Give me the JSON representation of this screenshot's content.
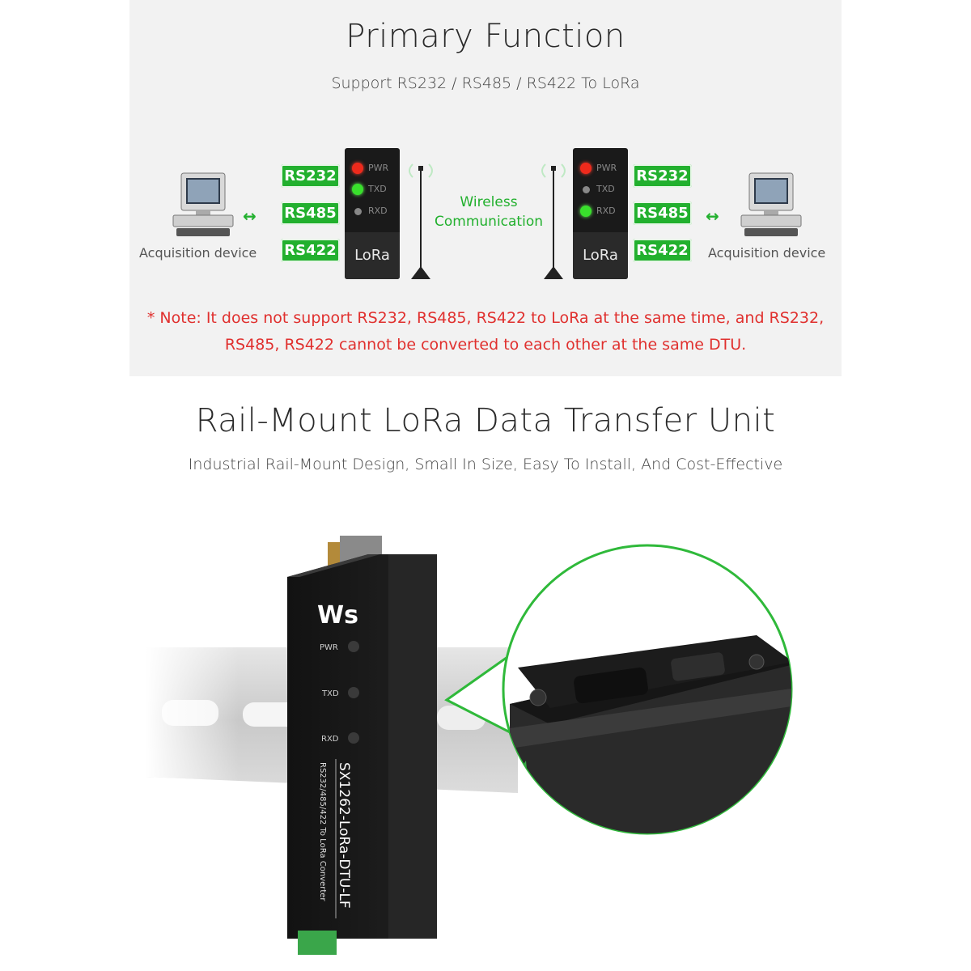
{
  "section1": {
    "title": "Primary Function",
    "subtitle": "Support RS232 / RS485 / RS422 To LoRa",
    "left_device_label": "Acquisition device",
    "right_device_label": "Acquisition device",
    "left_tags": [
      "RS232",
      "RS485",
      "RS422"
    ],
    "right_tags": [
      "RS232",
      "RS485",
      "RS422"
    ],
    "left_dtu": {
      "name": "LoRa",
      "leds": [
        "PWR",
        "TXD",
        "RXD"
      ]
    },
    "right_dtu": {
      "name": "LoRa",
      "leds": [
        "PWR",
        "TXD",
        "RXD"
      ]
    },
    "wireless_line1": "Wireless",
    "wireless_line2": "Communication",
    "note_line1": "* Note: It does not support RS232, RS485, RS422 to LoRa at the same time, and RS232,",
    "note_line2": "RS485, RS422 cannot be converted to each other at the same DTU."
  },
  "section2": {
    "title": "Rail-Mount LoRa Data Transfer Unit",
    "subtitle": "Industrial Rail-Mount Design, Small In Size, Easy To Install, And Cost-Effective",
    "device_leds": [
      "PWR",
      "TXD",
      "RXD"
    ],
    "device_model": "SX1262-LoRa-DTU-LF",
    "device_caption": "RS232/485/422 To LoRa Converter",
    "logo": "Ws"
  },
  "colors": {
    "accent_green": "#22b02e",
    "note_red": "#e0302e",
    "panel_bg": "#f2f2f2"
  }
}
